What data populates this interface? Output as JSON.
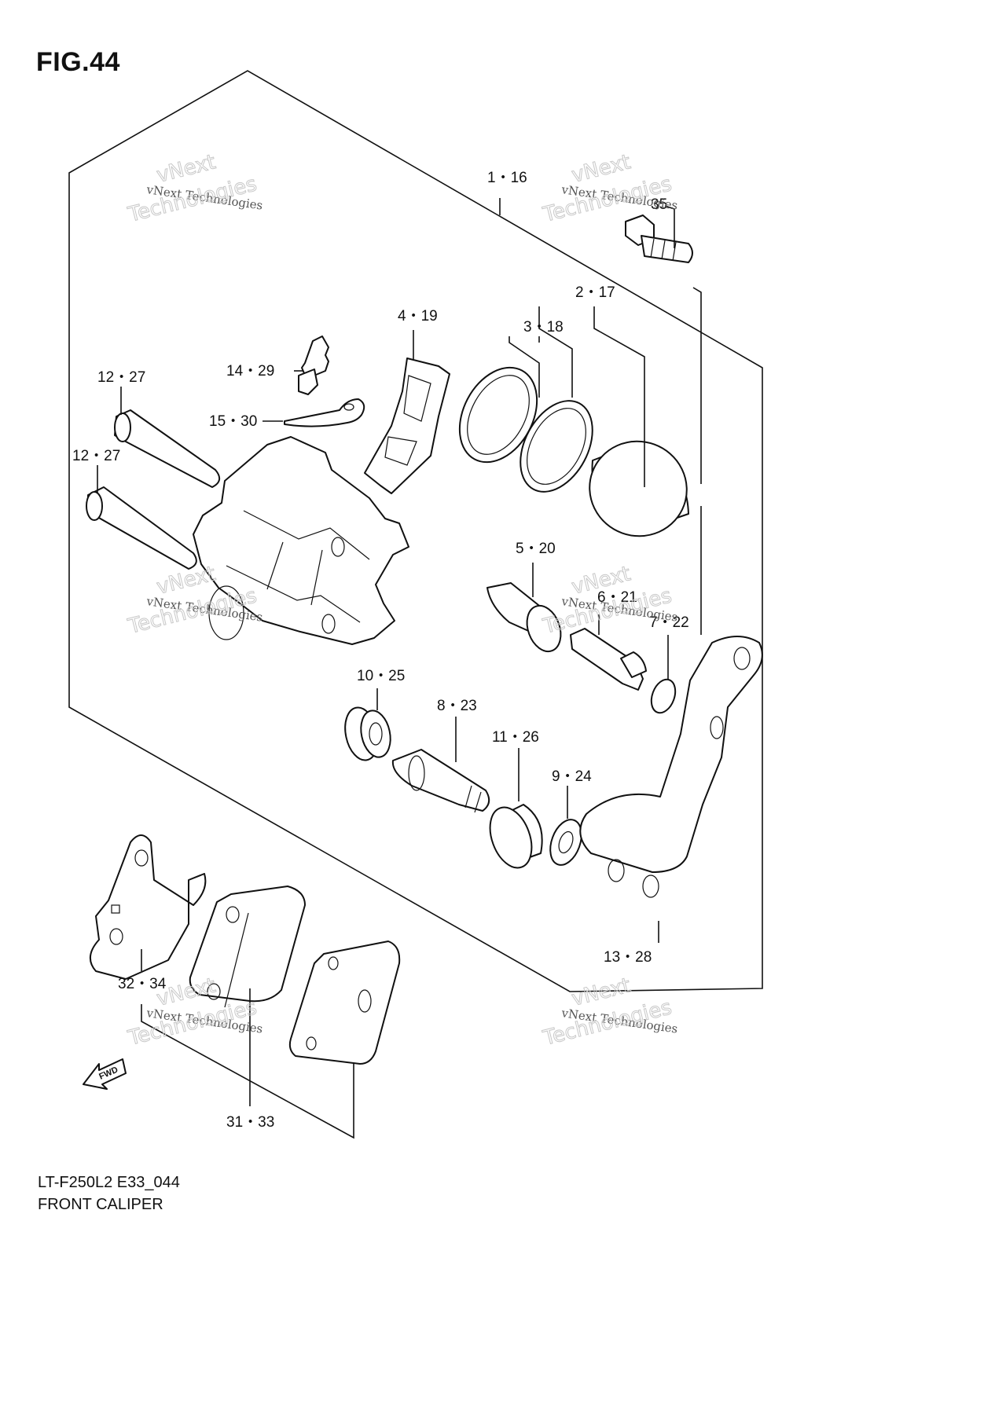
{
  "figure": {
    "title": "FIG.44",
    "code": "LT-F250L2 E33_044",
    "name": "FRONT CALIPER"
  },
  "callouts": [
    {
      "id": "c1",
      "label": "1・16"
    },
    {
      "id": "c2",
      "label": "2・17"
    },
    {
      "id": "c3",
      "label": "3・18"
    },
    {
      "id": "c4",
      "label": "4・19"
    },
    {
      "id": "c5",
      "label": "5・20"
    },
    {
      "id": "c6",
      "label": "6・21"
    },
    {
      "id": "c7",
      "label": "7・22"
    },
    {
      "id": "c8",
      "label": "8・23"
    },
    {
      "id": "c9",
      "label": "9・24"
    },
    {
      "id": "c10",
      "label": "10・25"
    },
    {
      "id": "c11",
      "label": "11・26"
    },
    {
      "id": "c12a",
      "label": "12・27"
    },
    {
      "id": "c12b",
      "label": "12・27"
    },
    {
      "id": "c13",
      "label": "13・28"
    },
    {
      "id": "c14",
      "label": "14・29"
    },
    {
      "id": "c15",
      "label": "15・30"
    },
    {
      "id": "c31",
      "label": "31・33"
    },
    {
      "id": "c32",
      "label": "32・34"
    },
    {
      "id": "c35",
      "label": "35"
    }
  ],
  "watermark": {
    "line1": "vNext Technologies",
    "line2": "vNext",
    "line3": "Technologies"
  },
  "direction_marker": "FWD"
}
